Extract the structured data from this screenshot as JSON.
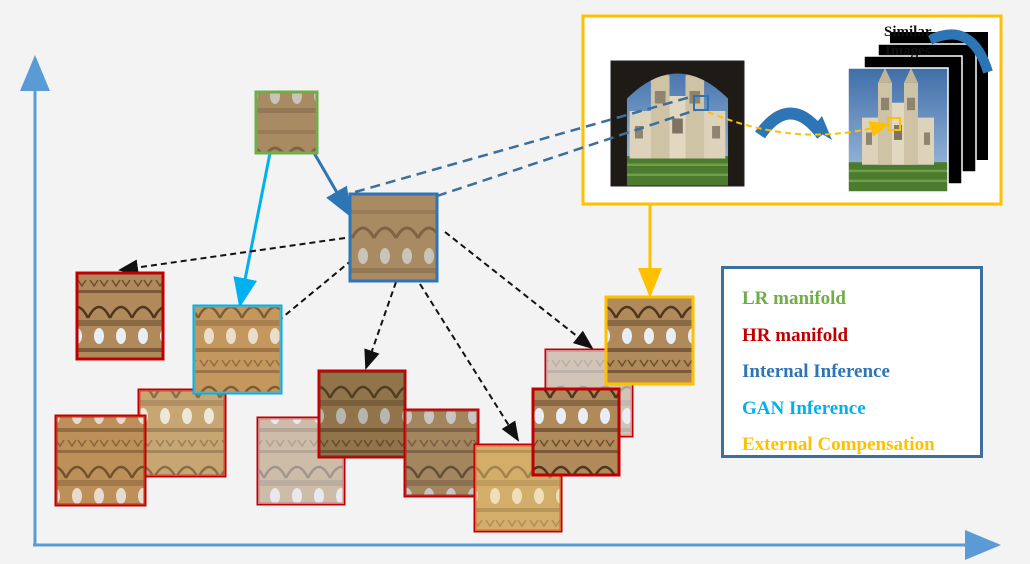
{
  "legend": {
    "items": [
      {
        "label": "LR manifold",
        "color": "#70ad47"
      },
      {
        "label": "HR manifold",
        "color": "#c00000"
      },
      {
        "label": "Internal Inference",
        "color": "#2e75b6"
      },
      {
        "label": "GAN Inference",
        "color": "#00b0f0"
      },
      {
        "label": "External Compensation",
        "color": "#ffc000"
      }
    ]
  },
  "reference": {
    "line1": "Similar",
    "line2": "Images"
  },
  "colors": {
    "lr": "#70ad47",
    "hr": "#c00000",
    "internal": "#2e75b6",
    "gan": "#00b0f0",
    "external": "#ffc000",
    "axis": "#5b9bd5"
  }
}
